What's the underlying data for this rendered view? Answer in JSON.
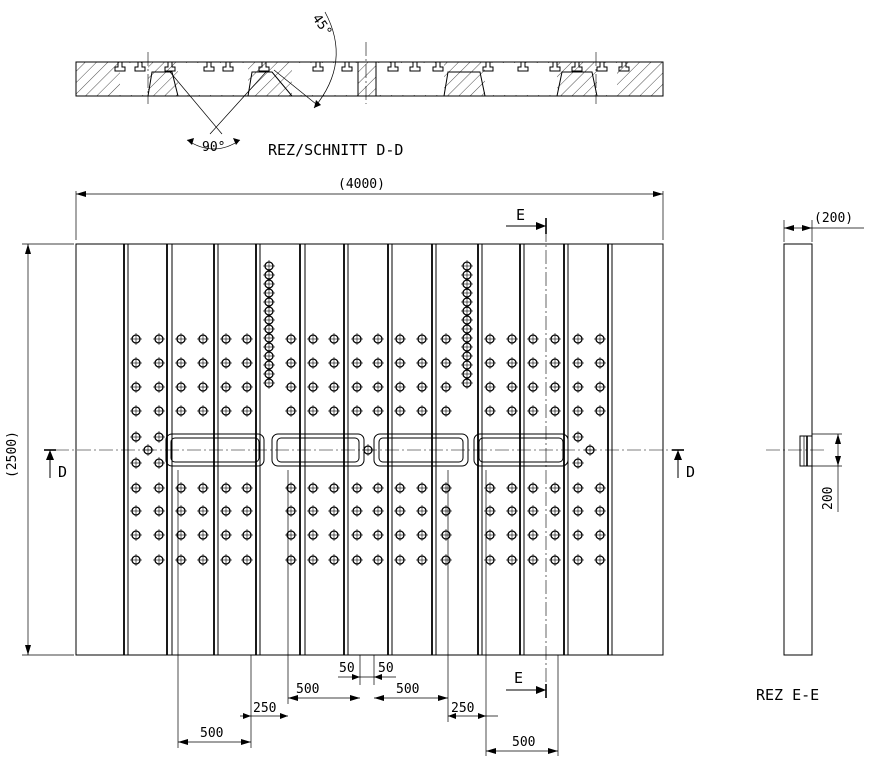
{
  "section_dd": {
    "title": "REZ/SCHNITT  D-D",
    "angle_top": "45°",
    "angle_bottom": "90°"
  },
  "plan": {
    "width_dim": "(4000)",
    "height_dim": "(2500)",
    "cut_d_left": "D",
    "cut_d_right": "D",
    "cut_e_top": "E",
    "cut_e_bottom": "E"
  },
  "dimensions_bottom": {
    "d50_left": "50",
    "d50_right": "50",
    "d500_left_inner": "500",
    "d500_right_inner": "500",
    "d250_left": "250",
    "d250_right": "250",
    "d500_left_outer": "500",
    "d500_right_outer": "500"
  },
  "section_ee": {
    "title": "REZ E-E",
    "thickness_dim": "(200)",
    "slot_dim": "200"
  }
}
